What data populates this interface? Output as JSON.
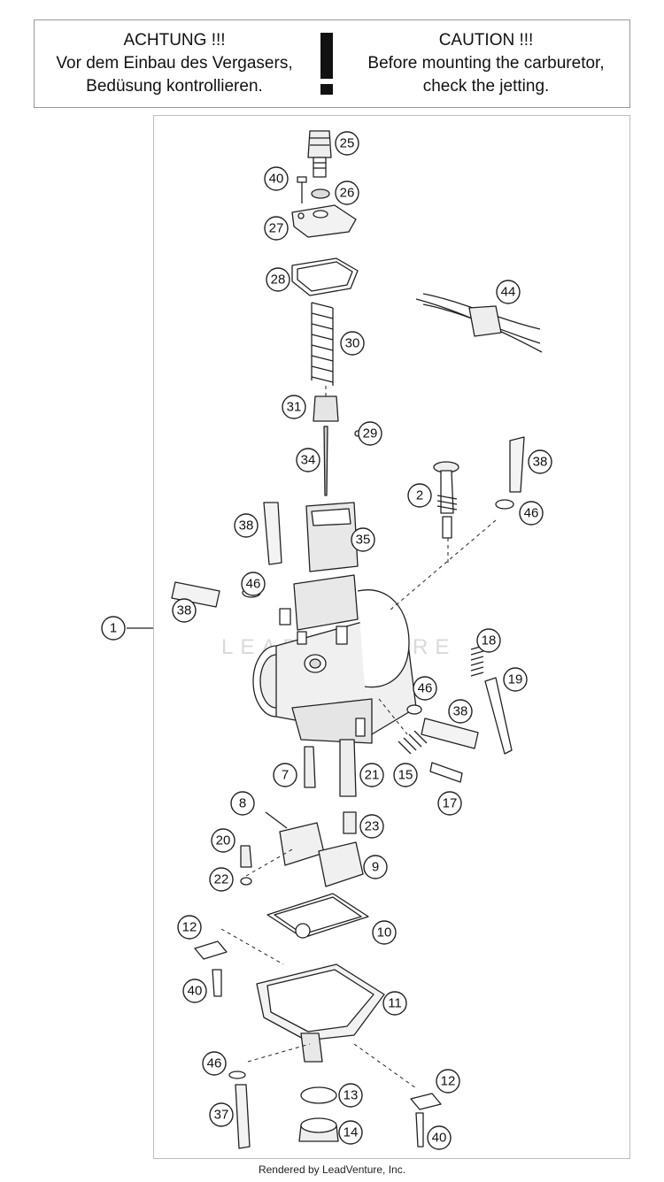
{
  "notice": {
    "de_title": "ACHTUNG !!!",
    "de_line1": "Vor dem Einbau des Vergasers,",
    "de_line2": "Bedüsung kontrollieren.",
    "en_title": "CAUTION !!!",
    "en_line1": "Before mounting the carburetor,",
    "en_line2": "check the jetting."
  },
  "watermark": "LEADVENTURE",
  "footer": "Rendered by LeadVenture, Inc.",
  "callouts": [
    "1",
    "25",
    "40",
    "26",
    "27",
    "28",
    "44",
    "30",
    "31",
    "29",
    "34",
    "38",
    "2",
    "46",
    "35",
    "38",
    "46",
    "38",
    "18",
    "19",
    "46",
    "38",
    "7",
    "21",
    "15",
    "17",
    "8",
    "23",
    "20",
    "9",
    "22",
    "10",
    "12",
    "40",
    "11",
    "46",
    "13",
    "12",
    "37",
    "14",
    "40"
  ]
}
